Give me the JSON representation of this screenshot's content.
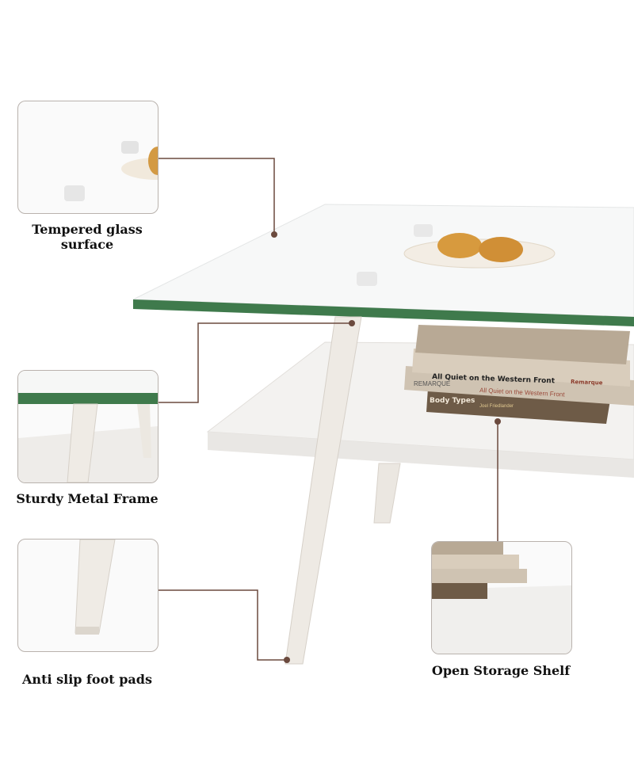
{
  "features": [
    {
      "label_line1": "Tempered glass",
      "label_line2": "surface"
    },
    {
      "label": "Sturdy Metal Frame"
    },
    {
      "label": "Anti slip foot pads"
    },
    {
      "label": "Open Storage Shelf"
    }
  ],
  "books": {
    "title1": "All Quiet on the Western Front",
    "author1": "Remarque",
    "spine2": "REMARQUE",
    "title2": "All Quiet on the Western Front",
    "title3": "Body Types",
    "author3": "Joel Friedlander"
  },
  "colors": {
    "connector": "#6b4a3e",
    "glass_edge": "#3f7a4c",
    "frame": "#ece8e1",
    "shelf": "#f1f0ee"
  }
}
